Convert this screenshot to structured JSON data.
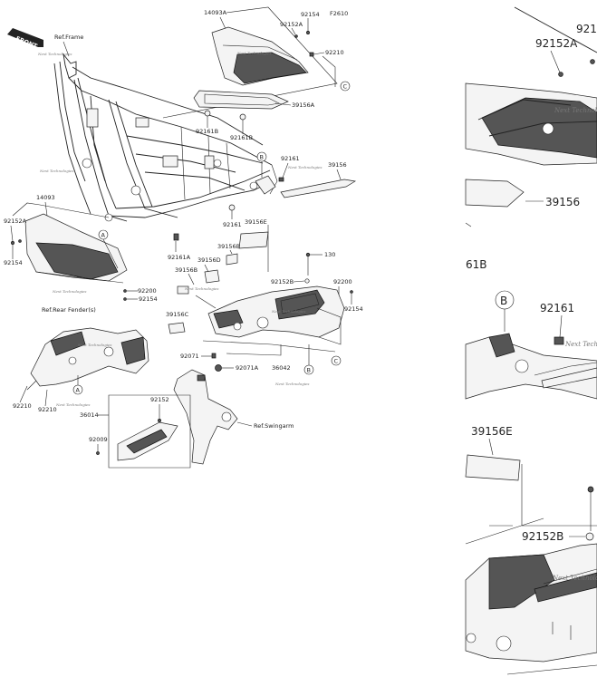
{
  "diagram": {
    "code": "F2610",
    "front_label": "FRONT",
    "refs": {
      "frame": "Ref.Frame",
      "rear_fender": "Ref.Rear Fender(s)",
      "swingarm": "Ref.Swingarm"
    },
    "watermark": "Next Technologies",
    "markers": {
      "a": "A",
      "b": "B",
      "c": "C"
    },
    "parts": {
      "p14093a": "14093A",
      "p92154_top": "92154",
      "p92152a_top": "92152A",
      "p92210_top": "92210",
      "p39156a": "39156A",
      "p92161b_1": "92161B",
      "p92161b_2": "92161B",
      "p92161_top": "92161",
      "p39156": "39156",
      "p92161_mid": "92161",
      "p39156e": "39156E",
      "p14093": "14093",
      "p92152a_left": "92152A",
      "p92154_left": "92154",
      "p92161a": "92161A",
      "p39156b_1": "39156B",
      "p39156d": "39156D",
      "p39156b_2": "39156B",
      "p130": "130",
      "p92152b": "92152B",
      "p92200_right": "92200",
      "p92154_right": "92154",
      "p92200_left": "92200",
      "p92154_left2": "92154",
      "p39156c": "39156C",
      "p92071": "92071",
      "p92071a": "92071A",
      "p36042": "36042",
      "p92210_l1": "92210",
      "p92210_l2": "92210",
      "p36014": "36014",
      "p92152": "92152",
      "p92009": "92009"
    },
    "zoom": {
      "top": {
        "p921": "921",
        "p92152a": "92152A",
        "p39156": "39156"
      },
      "mid_left": "61B",
      "mid": {
        "marker": "B",
        "p92161": "92161"
      },
      "bottom": {
        "p39156e": "39156E",
        "p92152b": "92152B"
      }
    }
  }
}
